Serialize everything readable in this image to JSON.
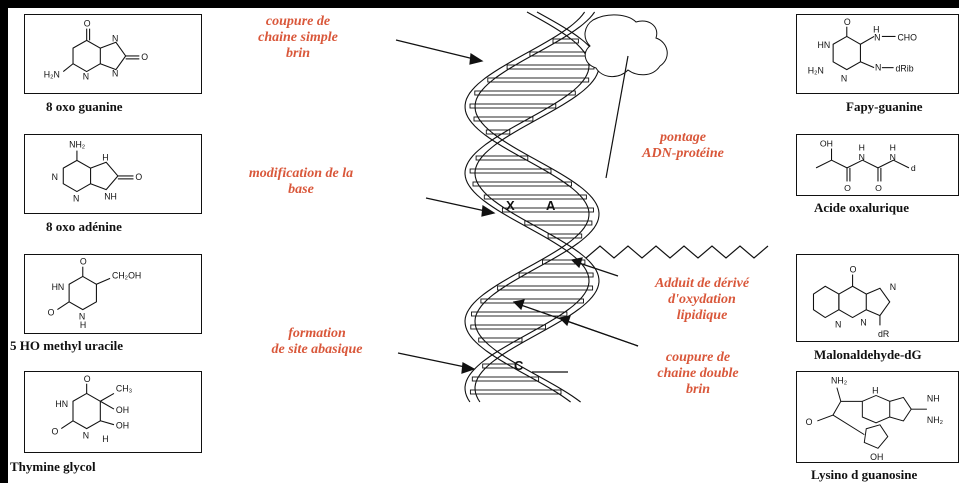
{
  "molecules_left": [
    {
      "label": "8 oxo guanine"
    },
    {
      "label": "8 oxo adénine"
    },
    {
      "label": "5 HO methyl uracile"
    },
    {
      "label": "Thymine glycol"
    }
  ],
  "molecules_right": [
    {
      "label": "Fapy-guanine"
    },
    {
      "label": "Acide oxalurique"
    },
    {
      "label": "Malonaldehyde-dG"
    },
    {
      "label": "Lysino d guanosine"
    }
  ],
  "annotations": {
    "single_strand_break": "coupure de\nchaine simple\nbrin",
    "base_modification": "modification de la\nbase",
    "abasic_site": "formation\nde site abasique",
    "dna_protein_crosslink": "pontage\nADN-protéine",
    "lipid_adduct": "Adduit de dérivé\nd'oxydation\nlipidique",
    "double_strand_break": "coupure de\nchaine double\nbrin"
  },
  "dna_letters": {
    "x": "X",
    "a": "A",
    "c": "C"
  },
  "atoms": {
    "o": "O",
    "n": "N",
    "nh": "NH",
    "hn": "HN",
    "h": "H",
    "h2n": "H₂N",
    "nh2": "NH₂",
    "ch2oh": "CH₂OH",
    "ch3": "CH₃",
    "oh": "OH",
    "cho": "CHO",
    "drib": "dRib",
    "d": "d",
    "dr": "dR"
  },
  "colors": {
    "annotation": "#d9573a",
    "frame": "#000000",
    "line": "#111111"
  }
}
